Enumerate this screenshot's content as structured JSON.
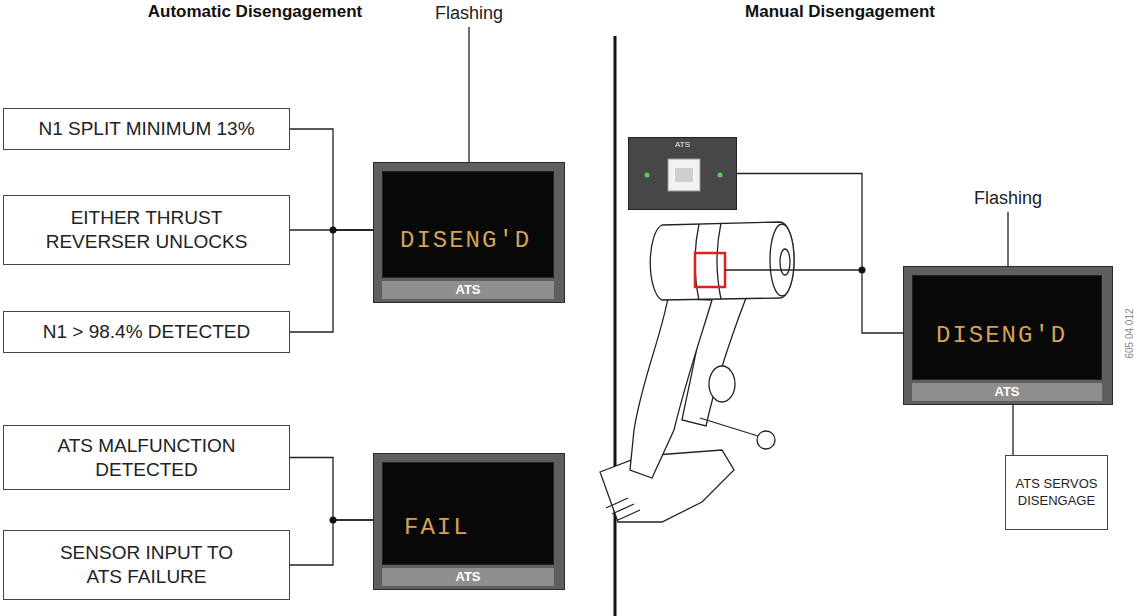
{
  "diagram": {
    "nodes": [
      {
        "text": [
          "N1 SPLIT MINIMUM 13%"
        ]
      },
      {
        "text": [
          "EITHER THRUST REVERSER UNLOCKS"
        ]
      },
      {
        "text": [
          "N1 > 98.4% DETECTED"
        ]
      },
      {
        "text": [
          "Flashing",
          "DISENG'D",
          "ATS"
        ]
      },
      {
        "text": [
          "ATS MALFUNCTION DETECTED"
        ]
      },
      {
        "text": [
          "SENSOR INPUT TO ATS FAILURE"
        ]
      },
      {
        "text": [
          "FAIL",
          "ATS"
        ]
      },
      {
        "text": [
          "ATS"
        ]
      },
      {
        "text": [
          "Flashing",
          "DISENG'D",
          "ATS"
        ]
      },
      {
        "text": [
          "ATS SERVOS DISENGAGE"
        ]
      }
    ],
    "edges": [
      {
        "from": 0,
        "to": 3,
        "arrow": "none"
      },
      {
        "from": 1,
        "to": 3,
        "arrow": "none"
      },
      {
        "from": 2,
        "to": 3,
        "arrow": "none"
      },
      {
        "from": 4,
        "to": 6,
        "arrow": "none"
      },
      {
        "from": 5,
        "to": 6,
        "arrow": "none"
      },
      {
        "from": 7,
        "to": 8,
        "arrow": "none"
      },
      {
        "from": 8,
        "to": 9,
        "arrow": "none"
      }
    ],
    "labels": [
      "Automatic Disengagement",
      "Manual Disengagement",
      "605 04 012"
    ]
  }
}
